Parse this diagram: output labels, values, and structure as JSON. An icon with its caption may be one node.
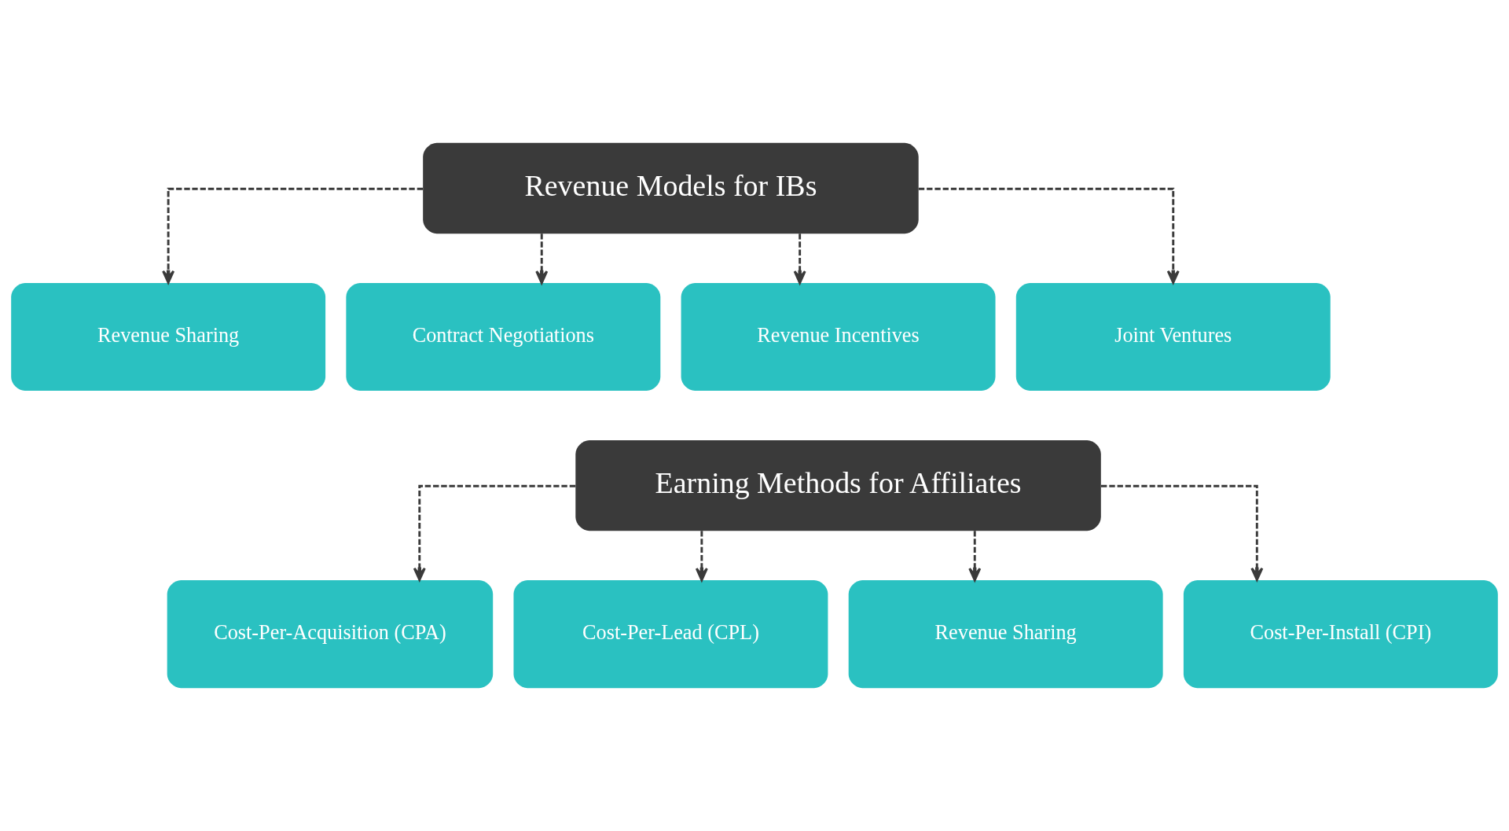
{
  "diagram": {
    "nodes": [
      {
        "text": [
          "Revenue Models for IBs"
        ]
      },
      {
        "text": [
          "Revenue Sharing"
        ]
      },
      {
        "text": [
          "Contract Negotiations"
        ]
      },
      {
        "text": [
          "Revenue Incentives"
        ]
      },
      {
        "text": [
          "Joint Ventures"
        ]
      },
      {
        "text": [
          "Earning Methods for Affiliates"
        ]
      },
      {
        "text": [
          "Cost-Per-Acquisition (CPA)"
        ]
      },
      {
        "text": [
          "Cost-Per-Lead (CPL)"
        ]
      },
      {
        "text": [
          "Revenue Sharing"
        ]
      },
      {
        "text": [
          "Cost-Per-Install (CPI)"
        ]
      }
    ],
    "edges": [
      {
        "from": 0,
        "to": 1,
        "arrow": "to",
        "style": "dashed"
      },
      {
        "from": 0,
        "to": 2,
        "arrow": "to",
        "style": "dashed"
      },
      {
        "from": 0,
        "to": 3,
        "arrow": "to",
        "style": "dashed"
      },
      {
        "from": 0,
        "to": 4,
        "arrow": "to",
        "style": "dashed"
      },
      {
        "from": 5,
        "to": 6,
        "arrow": "to",
        "style": "dashed"
      },
      {
        "from": 5,
        "to": 7,
        "arrow": "to",
        "style": "dashed"
      },
      {
        "from": 5,
        "to": 8,
        "arrow": "to",
        "style": "dashed"
      },
      {
        "from": 5,
        "to": 9,
        "arrow": "to",
        "style": "dashed"
      }
    ]
  }
}
